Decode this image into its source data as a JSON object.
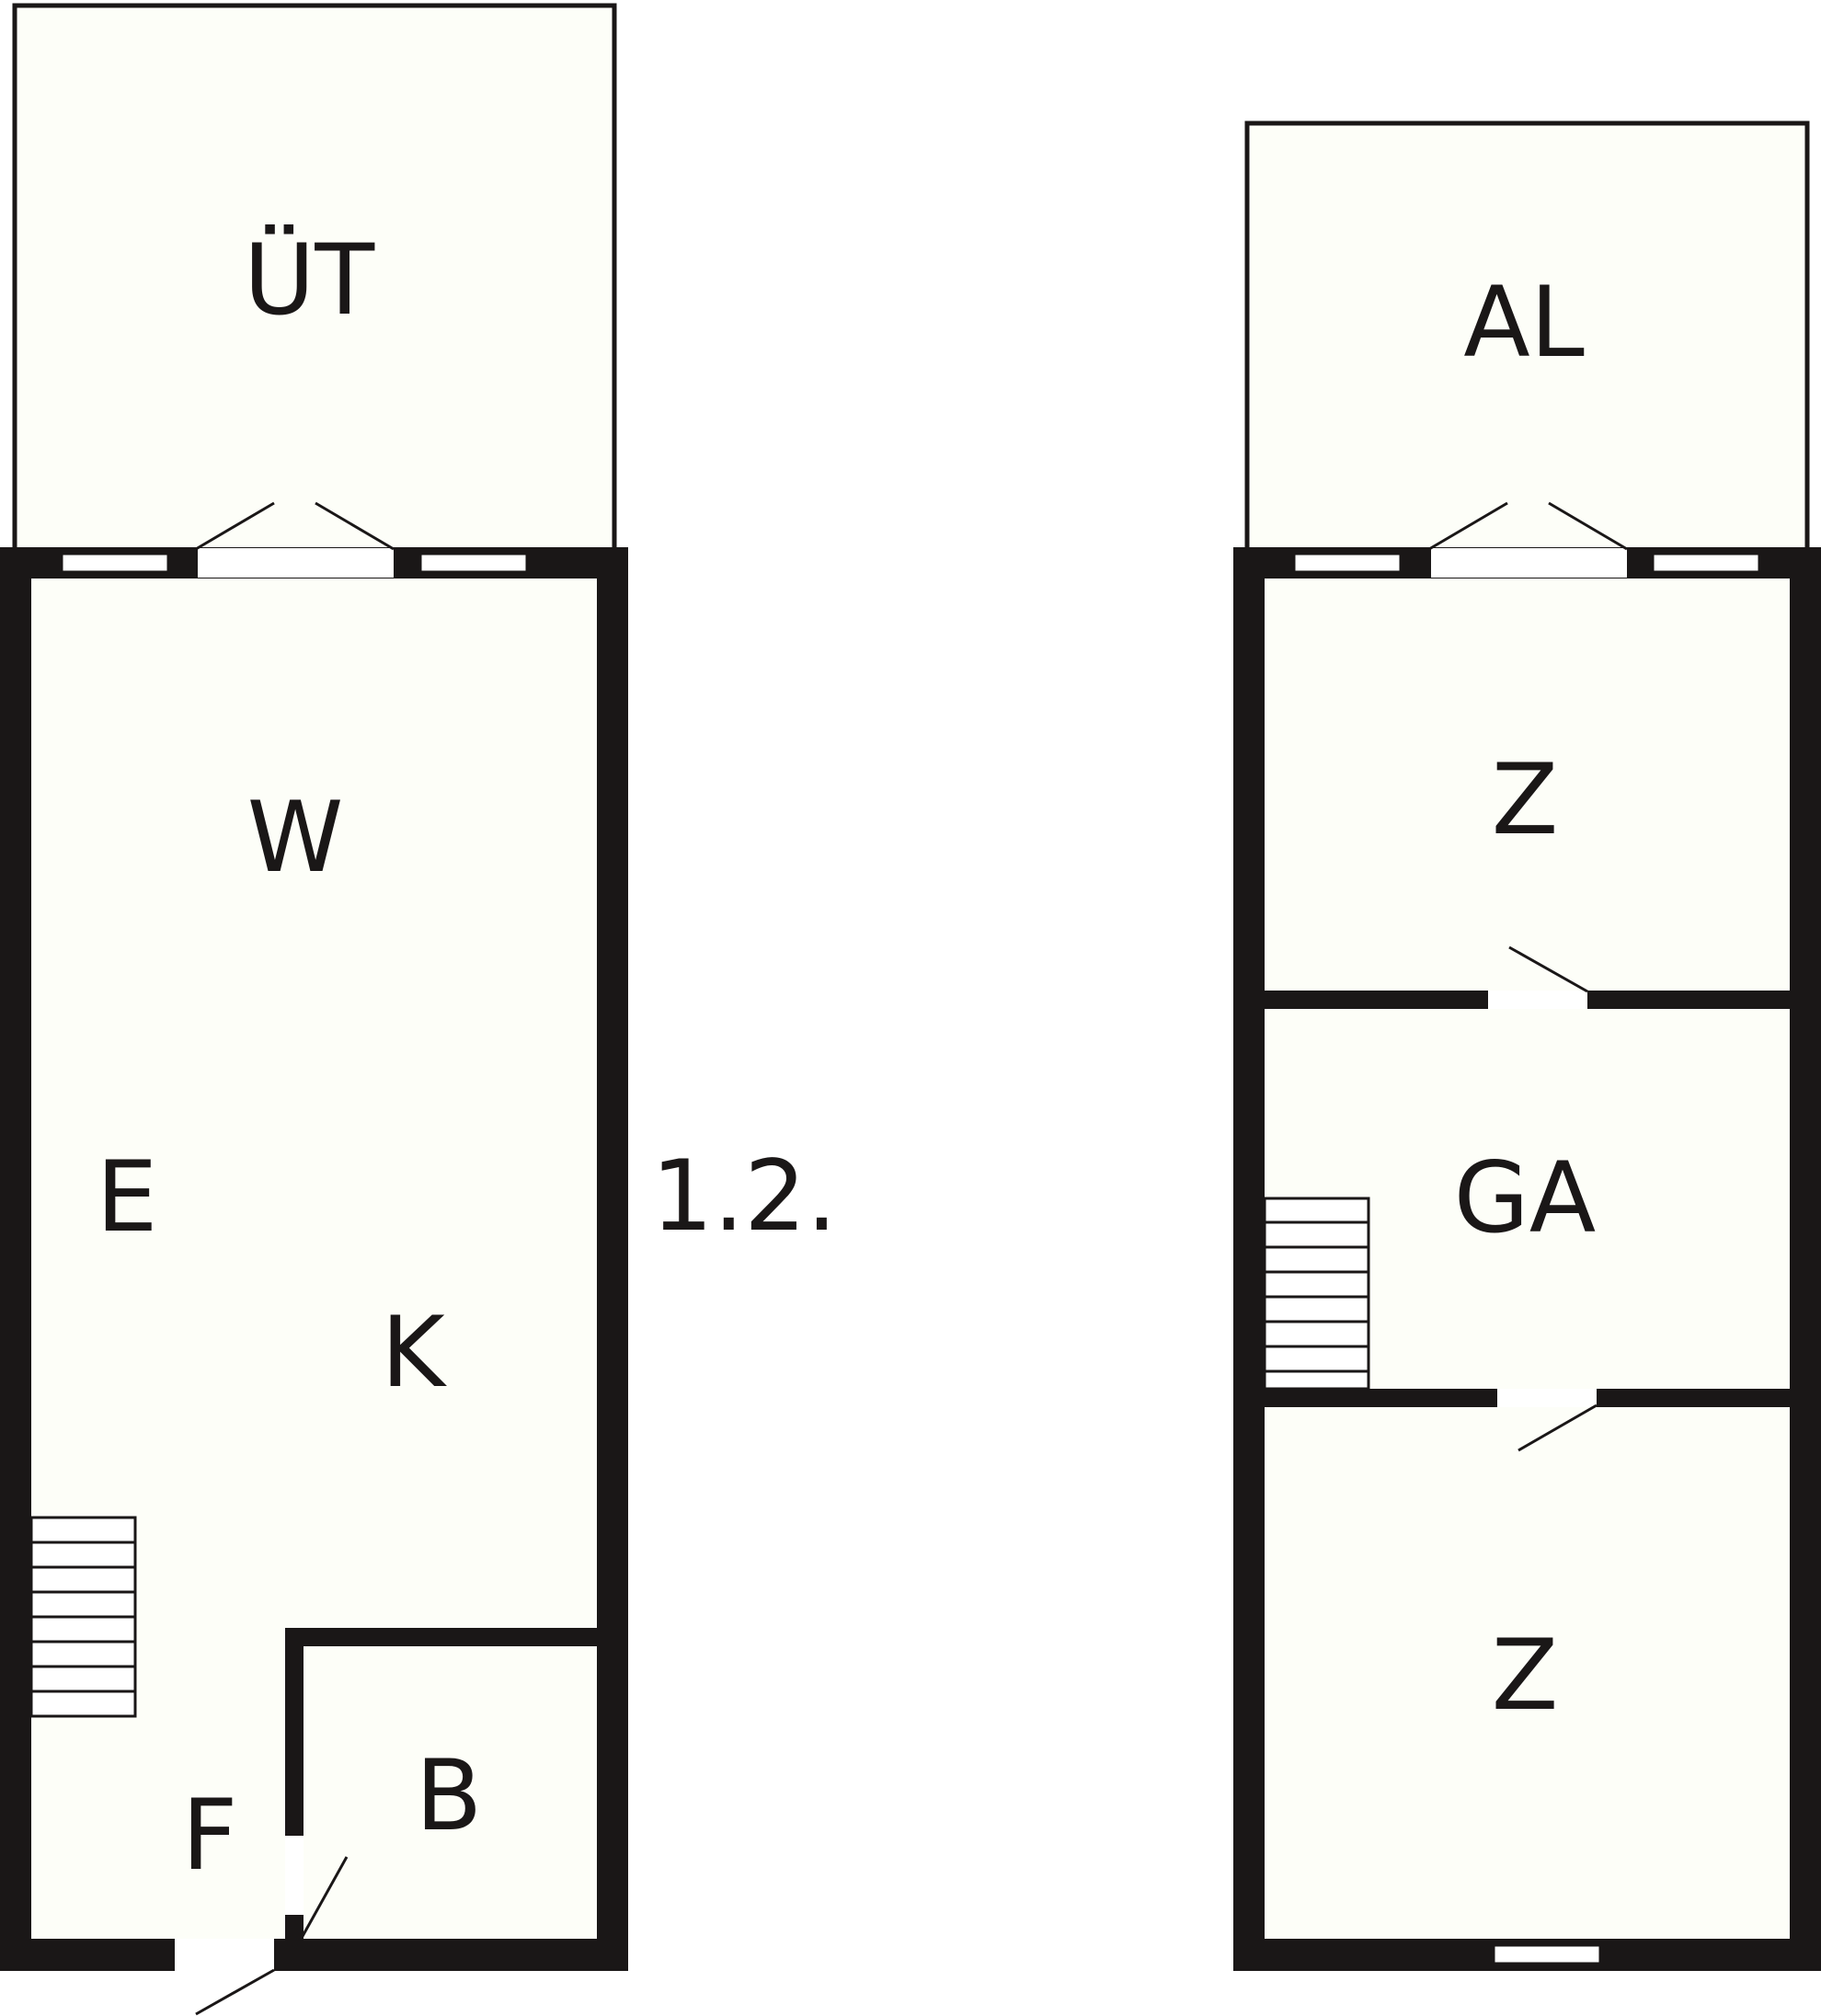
{
  "level_label": "1.2.",
  "ground_floor": {
    "rooms": {
      "terrace": "ÜT",
      "living": "W",
      "dining": "E",
      "kitchen": "K",
      "hallway": "F",
      "bath": "B"
    }
  },
  "upper_floor": {
    "rooms": {
      "balcony": "AL",
      "room_upper": "Z",
      "gallery": "GA",
      "room_lower": "Z"
    }
  }
}
